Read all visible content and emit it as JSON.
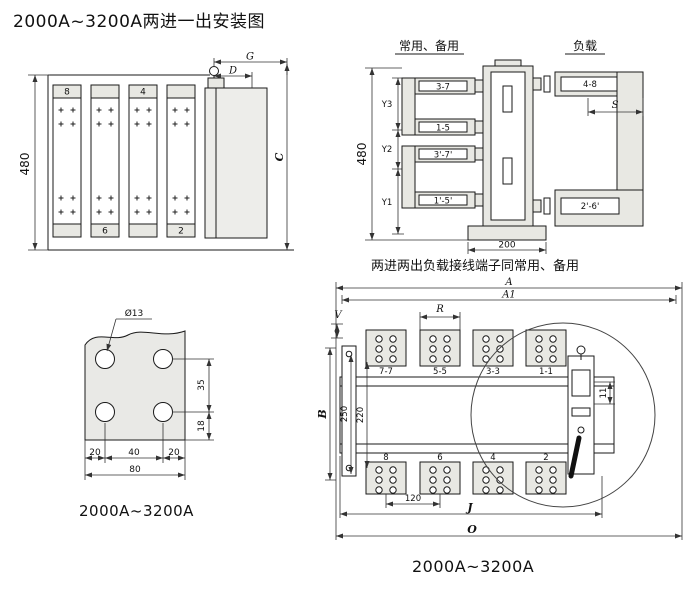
{
  "page": {
    "title": "2000A~3200A两进一出安装图",
    "caption_side_view": "两进两出负载接线端子同常用、备用",
    "caption_hole_detail": "2000A~3200A",
    "caption_top_view": "2000A~3200A"
  },
  "front_view": {
    "dim_height": "480",
    "dim_g": "G",
    "dim_d": "D",
    "dim_c": "C",
    "tab_top_left": "8",
    "tab_top_right": "4",
    "tab_bottom_left": "6",
    "tab_bottom_right": "2"
  },
  "side_view": {
    "label_source": "常用、备用",
    "label_load": "负载",
    "dim_height": "480",
    "dim_y3": "Y3",
    "dim_y2": "Y2",
    "dim_y1": "Y1",
    "dim_s": "S",
    "dim_base_width": "200",
    "terminal_upper_top": "3-7",
    "terminal_upper_bottom": "1-5",
    "terminal_lower_top": "3'-7'",
    "terminal_lower_bottom": "1'-5'",
    "terminal_load_top": "4-8",
    "terminal_load_bottom": "2'-6'"
  },
  "hole_detail": {
    "hole_diameter": "Ø13",
    "dim_row_gap": "35",
    "dim_bottom_offset": "18",
    "dim_left": "20",
    "dim_center": "40",
    "dim_right": "20",
    "dim_total_width": "80"
  },
  "top_view": {
    "dim_a": "A",
    "dim_a1": "A1",
    "dim_v": "V",
    "dim_r": "R",
    "dim_b": "B",
    "dim_250": "250",
    "dim_220": "220",
    "dim_120": "120",
    "dim_11": "11",
    "dim_j": "J",
    "dim_o": "O",
    "top_terminals": [
      "7-7",
      "5-5",
      "3-3",
      "1-1"
    ],
    "bottom_terminals": [
      "8",
      "6",
      "4",
      "2"
    ]
  }
}
